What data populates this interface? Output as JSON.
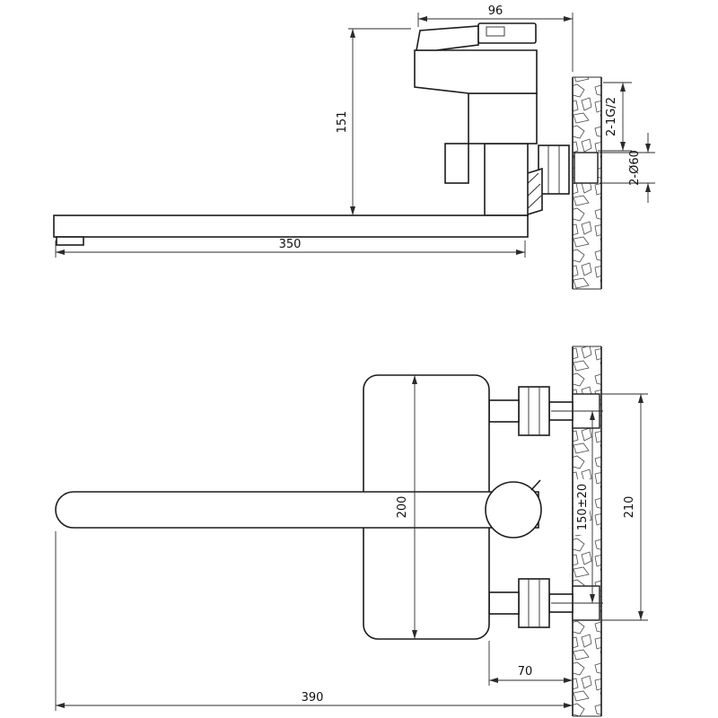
{
  "colors": {
    "line": "#1c1c1c",
    "background": "#ffffff"
  },
  "side_view": {
    "dims": {
      "width_96": "96",
      "height_151": "151",
      "spout_350": "350",
      "thread": "2-1G/2",
      "flange": "2-Ø60"
    }
  },
  "front_view": {
    "dims": {
      "body_200": "200",
      "centers_150": "150±20",
      "overall_210": "210",
      "offset_70": "70",
      "overall_390": "390"
    }
  }
}
